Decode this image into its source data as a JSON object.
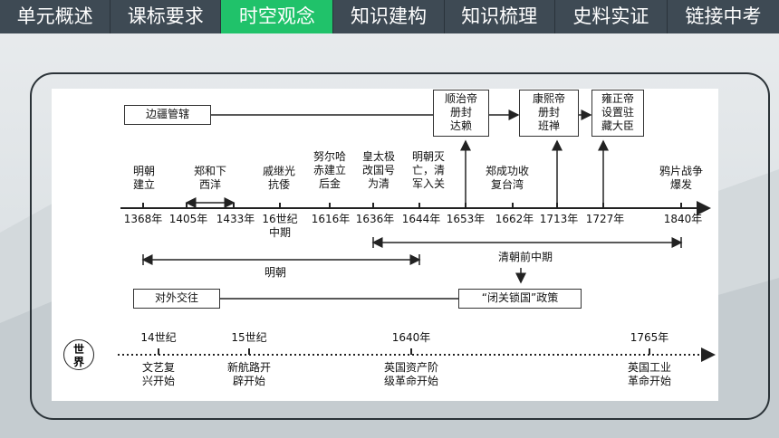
{
  "tabs": [
    {
      "label": "单元概述",
      "active": false
    },
    {
      "label": "课标要求",
      "active": false
    },
    {
      "label": "时空观念",
      "active": true
    },
    {
      "label": "知识建构",
      "active": false
    },
    {
      "label": "知识梳理",
      "active": false
    },
    {
      "label": "史料实证",
      "active": false
    },
    {
      "label": "链接中考",
      "active": false
    }
  ],
  "colors": {
    "tab_bg": "#3e4a54",
    "tab_active": "#20c26a",
    "line": "#222222"
  },
  "boxes": {
    "border_admin": "边疆管辖",
    "shunzhi": [
      "顺治帝",
      "册封",
      "达赖"
    ],
    "kangxi": [
      "康熙帝",
      "册封",
      "班禅"
    ],
    "yongzheng": [
      "雍正帝",
      "设置驻",
      "藏大臣"
    ],
    "foreign": "对外交往",
    "closed_policy": "“闭关锁国”政策"
  },
  "events": {
    "ming_founded": [
      "明朝",
      "建立"
    ],
    "zhenghe": [
      "郑和下",
      "西洋"
    ],
    "qi_jiguang": [
      "戚继光",
      "抗倭"
    ],
    "nurhaci": [
      "努尔哈",
      "赤建立",
      "后金"
    ],
    "huangtaiji": [
      "皇太极",
      "改国号",
      "为清"
    ],
    "ming_fall": [
      "明朝灭",
      "亡，清",
      "军入关"
    ],
    "zheng_chenggong": [
      "郑成功收",
      "复台湾"
    ],
    "opium_war": [
      "鸦片战争",
      "爆发"
    ]
  },
  "years": {
    "y1368": "1368年",
    "y1405": "1405年",
    "y1433": "1433年",
    "c16": [
      "16世纪",
      "中期"
    ],
    "y1616": "1616年",
    "y1636": "1636年",
    "y1644": "1644年",
    "y1653": "1653年",
    "y1662": "1662年",
    "y1713": "1713年",
    "y1727": "1727年",
    "y1840": "1840年"
  },
  "periods": {
    "ming": "明朝",
    "qing": "清朝前中期"
  },
  "world": {
    "label": [
      "世",
      "界"
    ],
    "c14": "14世纪",
    "c15": "15世纪",
    "y1640": "1640年",
    "y1765": "1765年",
    "renaissance": [
      "文艺复",
      "兴开始"
    ],
    "new_routes": [
      "新航路开",
      "辟开始"
    ],
    "english_rev": [
      "英国资产阶",
      "级革命开始"
    ],
    "industrial": [
      "英国工业",
      "革命开始"
    ]
  }
}
